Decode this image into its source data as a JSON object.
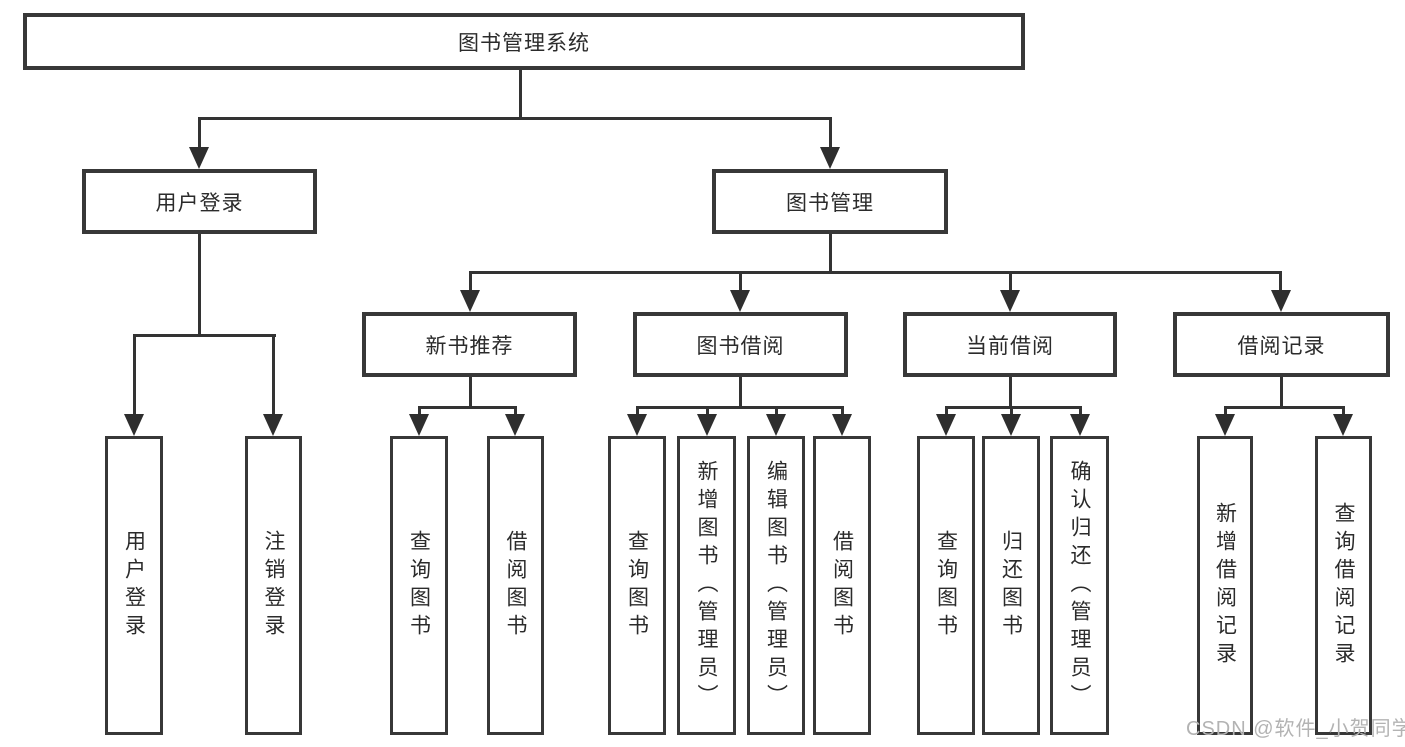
{
  "diagram": {
    "type": "hierarchy-tree",
    "title": "图书管理系统",
    "nodes": {
      "root": "图书管理系统",
      "level2": [
        "用户登录",
        "图书管理"
      ],
      "level3": [
        "新书推荐",
        "图书借阅",
        "当前借阅",
        "借阅记录"
      ],
      "leaves": [
        "用户登录",
        "注销登录",
        "查询图书",
        "借阅图书",
        "查询图书",
        "新增图书（管理员）",
        "编辑图书（管理员）",
        "借阅图书",
        "查询图书",
        "归还图书",
        "确认归还（管理员）",
        "新增借阅记录",
        "查询借阅记录"
      ]
    },
    "edges": [
      {
        "from": "图书管理系统",
        "to": [
          "用户登录",
          "图书管理"
        ]
      },
      {
        "from": "用户登录",
        "to": [
          "用户登录",
          "注销登录"
        ]
      },
      {
        "from": "图书管理",
        "to": [
          "新书推荐",
          "图书借阅",
          "当前借阅",
          "借阅记录"
        ]
      },
      {
        "from": "新书推荐",
        "to": [
          "查询图书",
          "借阅图书"
        ]
      },
      {
        "from": "图书借阅",
        "to": [
          "查询图书",
          "新增图书（管理员）",
          "编辑图书（管理员）",
          "借阅图书"
        ]
      },
      {
        "from": "当前借阅",
        "to": [
          "查询图书",
          "归还图书",
          "确认归还（管理员）"
        ]
      },
      {
        "from": "借阅记录",
        "to": [
          "新增借阅记录",
          "查询借阅记录"
        ]
      }
    ],
    "colors": {
      "background": "#ffffff",
      "line": "#333333",
      "box_border": "#383838",
      "text": "#2b2b2b",
      "watermark": "#b3b3b3"
    },
    "watermark": "CSDN @软件_小贺同学"
  }
}
